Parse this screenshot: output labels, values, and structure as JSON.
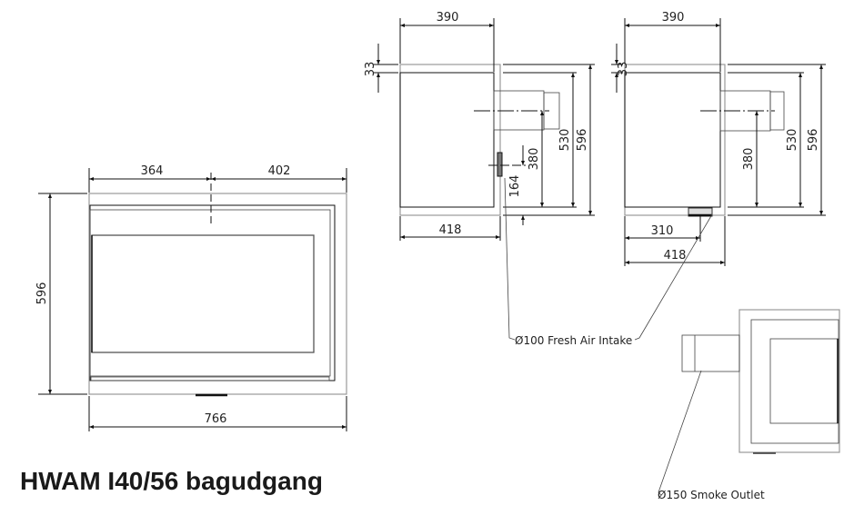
{
  "title": "HWAM I40/56 bagudgang",
  "front_view": {
    "width_left": "364",
    "width_right": "402",
    "height": "596",
    "width_total": "766"
  },
  "side_view_1": {
    "depth_top": "390",
    "top_offset": "33",
    "flue_height": "380",
    "inner_height": "530",
    "total_height": "596",
    "intake_height": "164",
    "depth_bottom": "418"
  },
  "side_view_2": {
    "depth_top": "390",
    "top_offset": "33",
    "flue_height": "380",
    "inner_height": "530",
    "total_height": "596",
    "intake_offset": "310",
    "depth_bottom": "418"
  },
  "labels": {
    "fresh_air": "Ø100 Fresh Air Intake",
    "smoke_outlet": "Ø150 Smoke Outlet"
  }
}
